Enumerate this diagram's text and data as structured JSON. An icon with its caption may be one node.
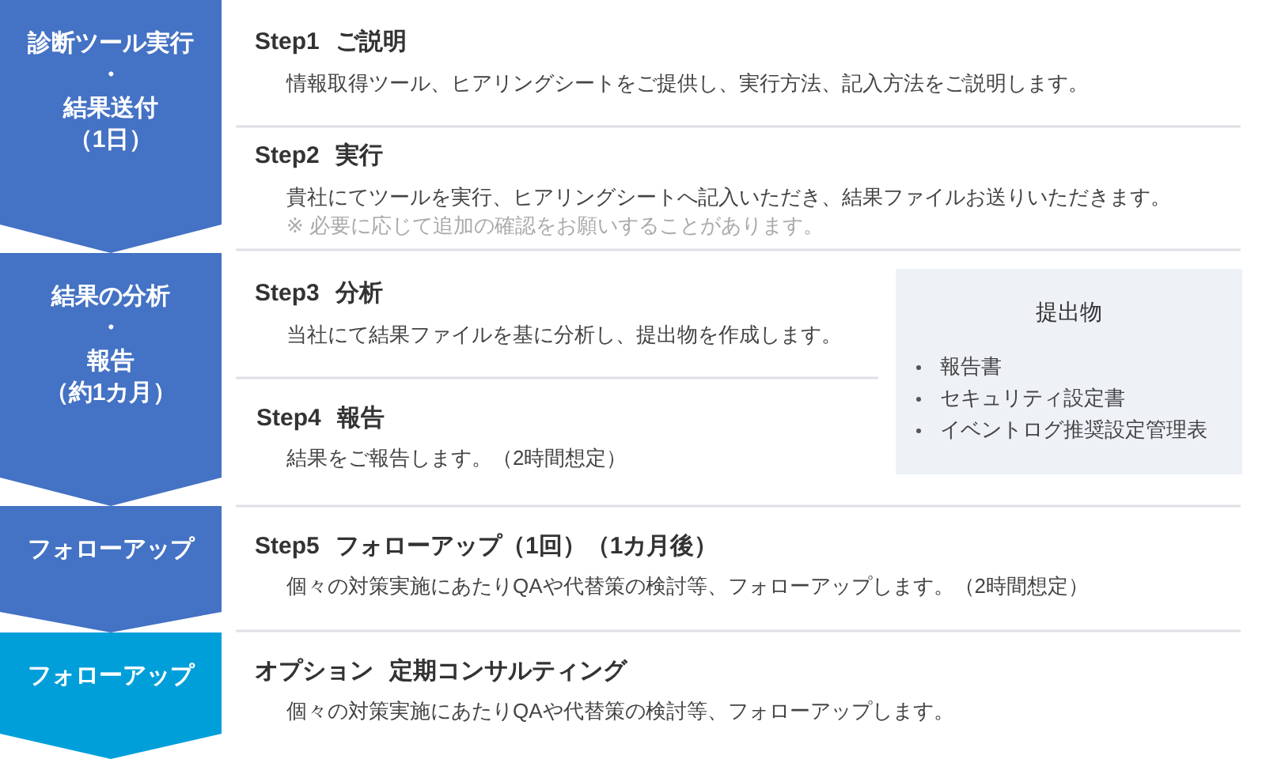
{
  "diagram": {
    "nodes": [
      {
        "text": [
          "診断ツール実行",
          "・",
          "結果送付",
          "（1日）"
        ]
      },
      {
        "text": [
          "結果の分析",
          "・",
          "報告",
          "（約1カ月）"
        ]
      },
      {
        "text": [
          "フォローアップ"
        ]
      },
      {
        "text": [
          "フォローアップ"
        ]
      },
      {
        "text": [
          "提出物",
          "報告書",
          "セキュリティ設定書",
          "イベントログ推奨設定管理表"
        ]
      }
    ],
    "labels": [
      "Step1 ご説明",
      "情報取得ツール、ヒアリングシートをご提供し、実行方法、記入方法をご説明します。",
      "Step2 実行",
      "貴社にてツールを実行、ヒアリングシートへ記入いただき、結果ファイルお送りいただきます。",
      "※ 必要に応じて追加の確認をお願いすることがあります。",
      "Step3 分析",
      "当社にて結果ファイルを基に分析し、提出物を作成します。",
      "Step4 報告",
      "結果をご報告します。（2時間想定）",
      "Step5 フォローアップ（1回）（1カ月後）",
      "個々の対策実施にあたりQAや代替策の検討等、フォローアップします。（2時間想定）",
      "オプション 定期コンサルティング",
      "個々の対策実施にあたりQAや代替策の検討等、フォローアップします。"
    ]
  }
}
